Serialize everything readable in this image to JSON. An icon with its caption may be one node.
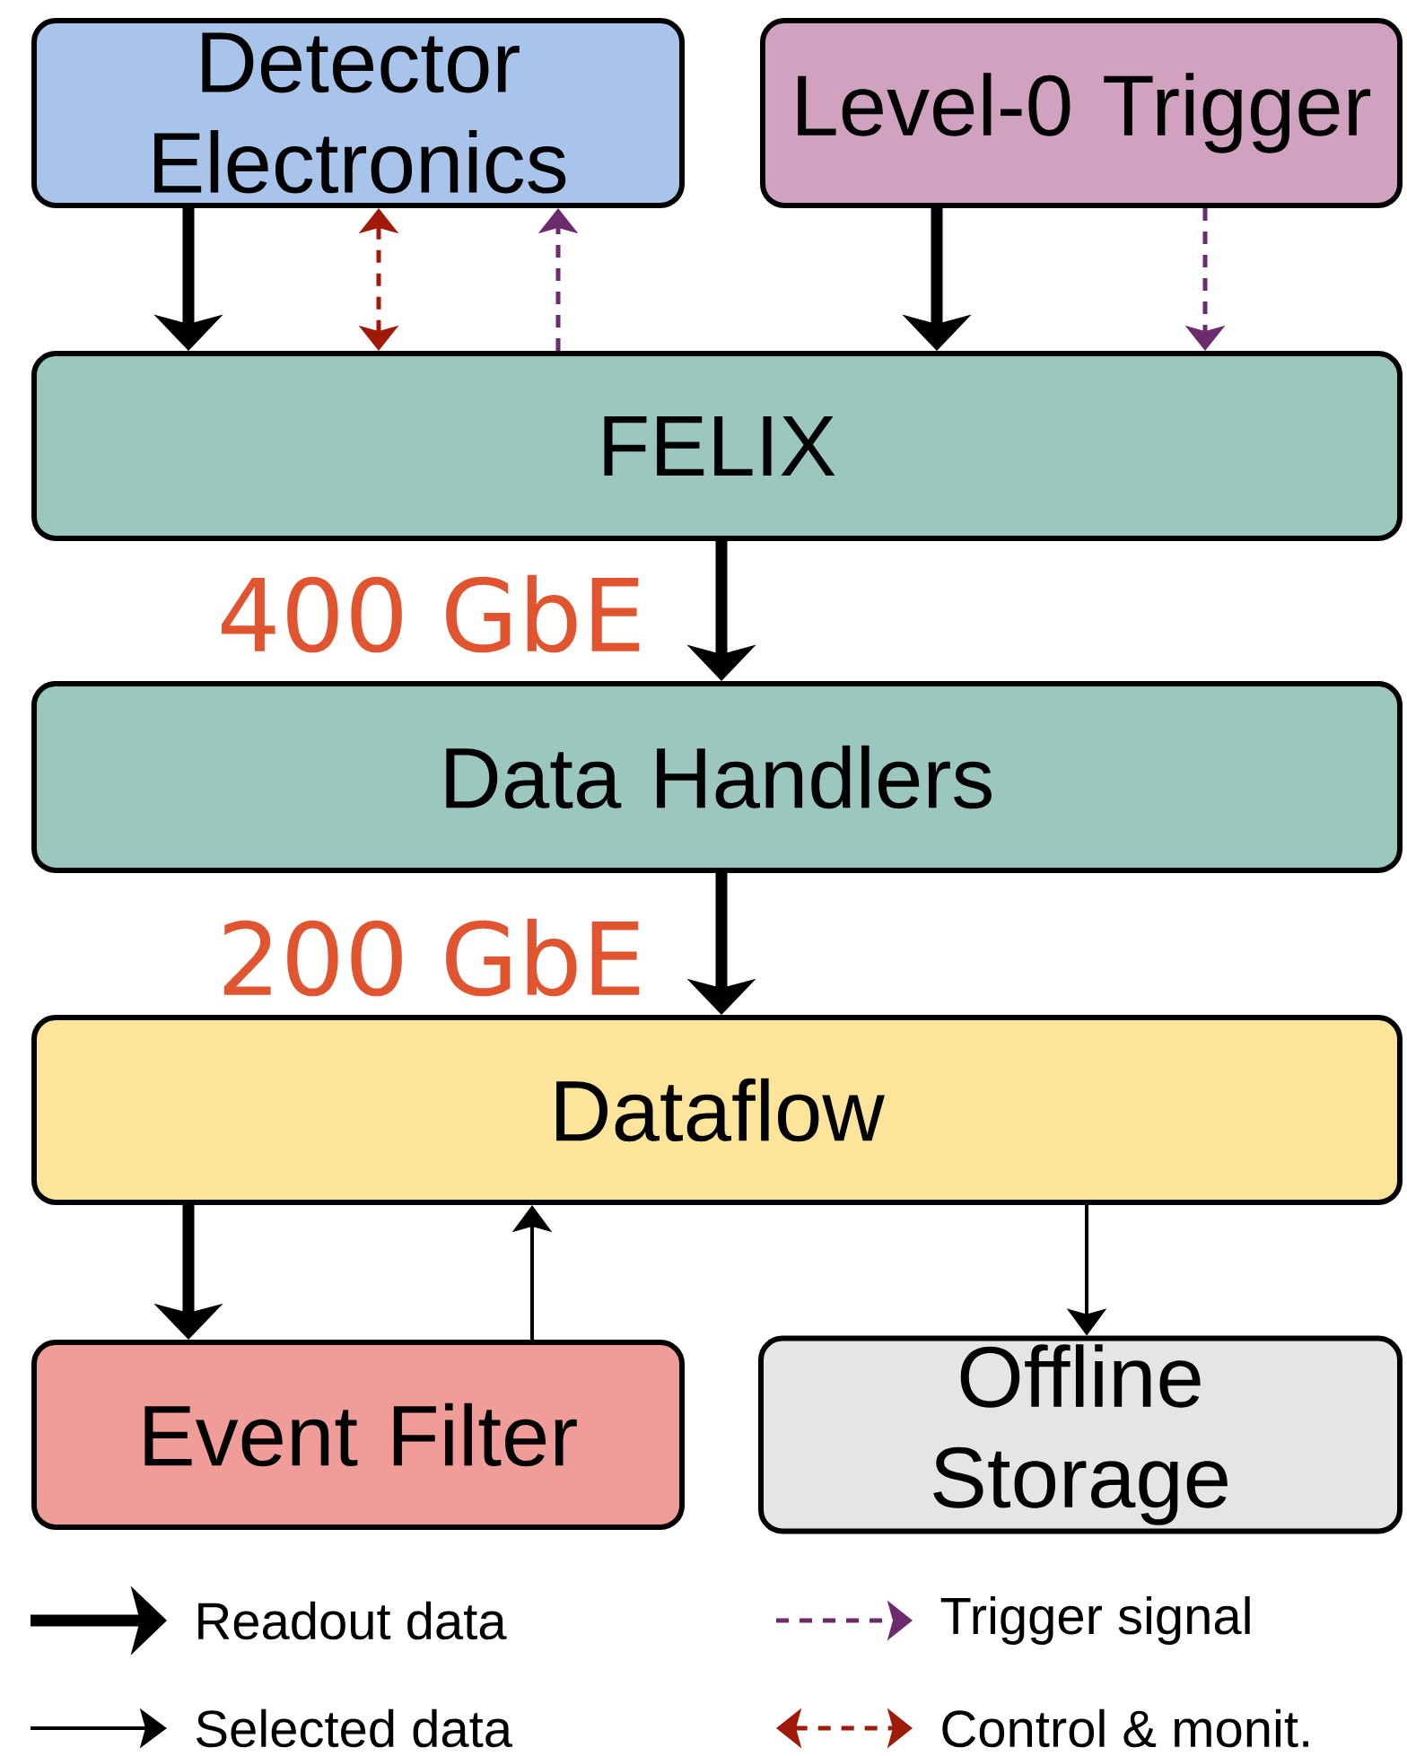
{
  "diagram": {
    "nodes": [
      {
        "text": [
          "Detector Electronics"
        ]
      },
      {
        "text": [
          "Level-0 Trigger"
        ]
      },
      {
        "text": [
          "FELIX"
        ]
      },
      {
        "text": [
          "Data Handlers"
        ]
      },
      {
        "text": [
          "Dataflow"
        ]
      },
      {
        "text": [
          "Event Filter"
        ]
      },
      {
        "text": [
          "Offline Storage"
        ]
      }
    ],
    "edges": [
      {
        "from": 0,
        "to": 2,
        "arrow": "to",
        "style": "thick"
      },
      {
        "from": 0,
        "to": 2,
        "arrow": "both",
        "style": "dashed",
        "color": "#a01a0a"
      },
      {
        "from": 2,
        "to": 0,
        "arrow": "to",
        "style": "dashed",
        "color": "#6d2b6f"
      },
      {
        "from": 1,
        "to": 2,
        "arrow": "to",
        "style": "thick"
      },
      {
        "from": 1,
        "to": 2,
        "arrow": "to",
        "style": "dashed",
        "color": "#6d2b6f"
      },
      {
        "from": 2,
        "to": 3,
        "arrow": "to",
        "style": "thick",
        "label": "400 GbE"
      },
      {
        "from": 3,
        "to": 4,
        "arrow": "to",
        "style": "thick",
        "label": "200 GbE"
      },
      {
        "from": 4,
        "to": 5,
        "arrow": "to",
        "style": "thick"
      },
      {
        "from": 5,
        "to": 4,
        "arrow": "to"
      },
      {
        "from": 4,
        "to": 6,
        "arrow": "to"
      }
    ],
    "legend": [
      {
        "text": "Readout data"
      },
      {
        "text": "Trigger signal"
      },
      {
        "text": "Selected data"
      },
      {
        "text": "Control & monit."
      }
    ]
  }
}
